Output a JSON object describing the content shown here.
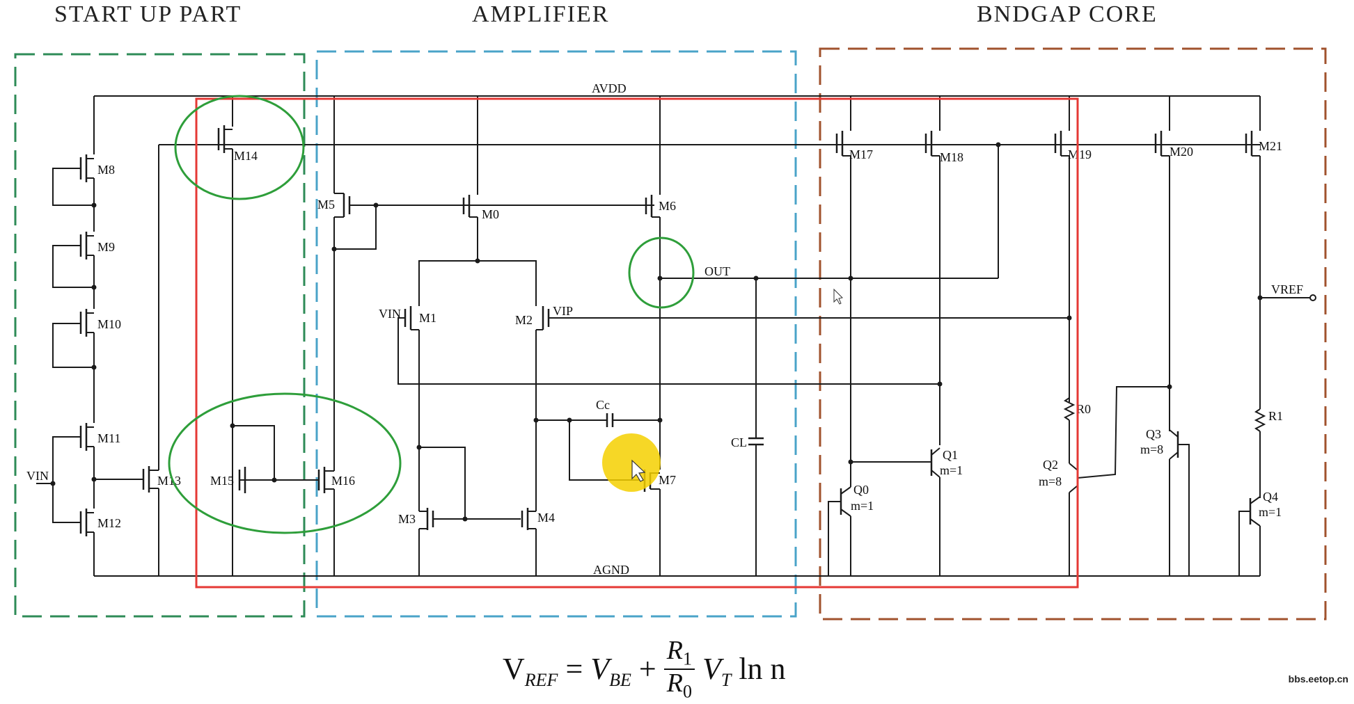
{
  "sections": {
    "startup": "START UP PART",
    "amplifier": "AMPLIFIER",
    "core": "BNDGAP CORE"
  },
  "nets": {
    "avdd": "AVDD",
    "agnd": "AGND",
    "out": "OUT",
    "vref": "VREF",
    "vin_startup": "VIN",
    "vin_amp": "VIN",
    "vip": "VIP"
  },
  "devices": {
    "m0": "M0",
    "m1": "M1",
    "m2": "M2",
    "m3": "M3",
    "m4": "M4",
    "m5": "M5",
    "m6": "M6",
    "m7": "M7",
    "m8": "M8",
    "m9": "M9",
    "m10": "M10",
    "m11": "M11",
    "m12": "M12",
    "m13": "M13",
    "m14": "M14",
    "m15": "M15",
    "m16": "M16",
    "m17": "M17",
    "m18": "M18",
    "m19": "M19",
    "m20": "M20",
    "m21": "M21",
    "q0": "Q0",
    "q1": "Q1",
    "q2": "Q2",
    "q3": "Q3",
    "q4": "Q4",
    "r0": "R0",
    "r1": "R1",
    "cc": "Cc",
    "cl": "CL"
  },
  "multipliers": {
    "q0": "m=1",
    "q1": "m=1",
    "q2": "m=8",
    "q3": "m=8",
    "q4": "m=1"
  },
  "formula": {
    "lhs": "V",
    "lhs_sub": "REF",
    "eq": "=",
    "vbe": "V",
    "vbe_sub": "BE",
    "plus": "+",
    "num": "R",
    "num_sub": "1",
    "den": "R",
    "den_sub": "0",
    "vt": "V",
    "vt_sub": "T",
    "ln": "ln n"
  },
  "watermark": "bbs.eetop.cn",
  "colors": {
    "startup_box": "#2e8b57",
    "amplifier_box": "#4aa3c8",
    "core_box": "#a0522d",
    "highlight_box": "#e53935",
    "circles": "#2e9e3a",
    "cursor": "#f5d000"
  }
}
